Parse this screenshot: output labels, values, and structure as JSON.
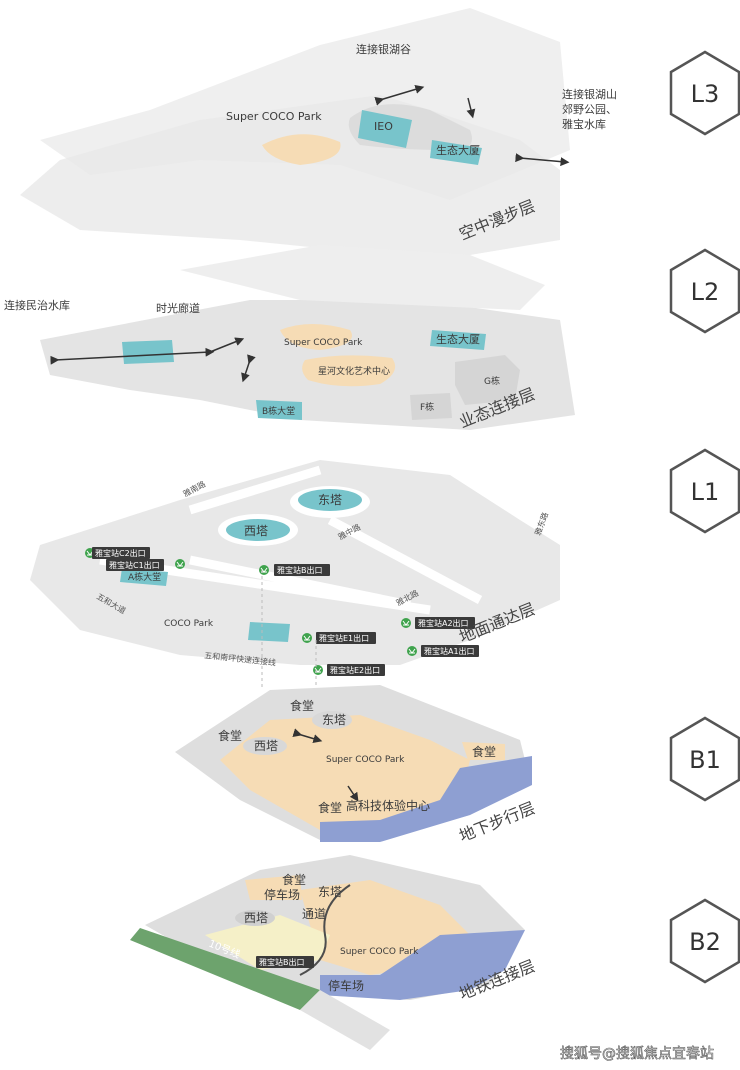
{
  "floors": [
    {
      "level": "L3",
      "name": "空中漫步层",
      "labels": {
        "yinhugu": "连接银湖谷",
        "yinhushan": "连接银湖山",
        "jiaoye": "郊野公园、",
        "shuiku": "雅宝水库",
        "super_coco": "Super COCO Park",
        "ieo": "IEO",
        "shengtai": "生态大厦"
      }
    },
    {
      "level": "L2",
      "name": "业态连接层",
      "labels": {
        "minzhi": "连接民治水库",
        "shiguang": "时光廊道",
        "coco": "Super COCO Park",
        "shengtai": "生态大厦",
        "xinghe": "星河文化艺术中心",
        "g": "G栋",
        "f": "F栋",
        "b_lobby": "B栋大堂"
      }
    },
    {
      "level": "L1",
      "name": "地面通达层",
      "labels": {
        "east_tower": "东塔",
        "west_tower": "西塔",
        "a_lobby": "A栋大堂",
        "coco": "COCO Park",
        "road_yanan": "雅南路",
        "road_yazhong": "雅中路",
        "road_yabei": "雅北路",
        "road_yadong": "雅东路",
        "road_wuhe": "五和大道",
        "road_fast": "五和南坪快速连接线"
      },
      "exits": [
        "雅宝站C2出口",
        "雅宝站C1出口",
        "雅宝站B出口",
        "雅宝站E1出口",
        "雅宝站E2出口",
        "雅宝站A2出口",
        "雅宝站A1出口"
      ]
    },
    {
      "level": "B1",
      "name": "地下步行层",
      "labels": {
        "canteen": "食堂",
        "east_tower": "东塔",
        "west_tower": "西塔",
        "coco": "Super COCO Park",
        "tech": "高科技体验中心"
      }
    },
    {
      "level": "B2",
      "name": "地铁连接层",
      "labels": {
        "canteen": "食堂",
        "parking": "停车场",
        "east_tower": "东塔",
        "west_tower": "西塔",
        "passage": "通道",
        "coco": "Super COCO Park",
        "exit_b": "雅宝站B出口",
        "line": "10号线"
      }
    }
  ],
  "watermark": "搜狐号@搜狐焦点宜春站",
  "colors": {
    "floor": "#e7e7e7",
    "floor_dark": "#d9d9d9",
    "mall": "#f6dcb5",
    "water": "#78c4cb",
    "parking": "#8e9fd2",
    "metro": "#6da36d",
    "metro_icon": "#3fa34d"
  }
}
